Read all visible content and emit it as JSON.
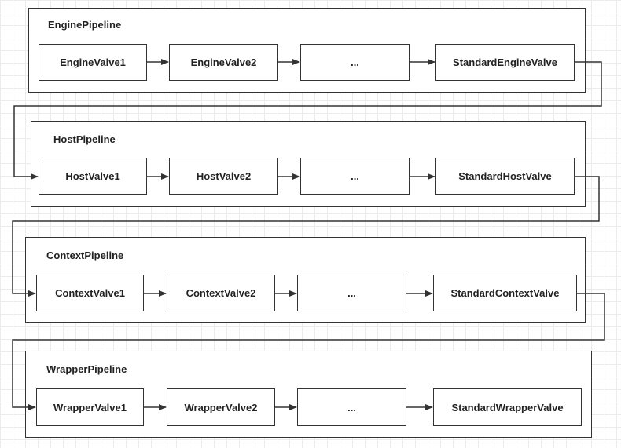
{
  "pipelines": [
    {
      "title": "EnginePipeline",
      "valves": [
        "EngineValve1",
        "EngineValve2",
        "...",
        "StandardEngineValve"
      ]
    },
    {
      "title": "HostPipeline",
      "valves": [
        "HostValve1",
        "HostValve2",
        "...",
        "StandardHostValve"
      ]
    },
    {
      "title": "ContextPipeline",
      "valves": [
        "ContextValve1",
        "ContextValve2",
        "...",
        "StandardContextValve"
      ]
    },
    {
      "title": "WrapperPipeline",
      "valves": [
        "WrapperValve1",
        "WrapperValve2",
        "...",
        "StandardWrapperValve"
      ]
    }
  ],
  "colors": {
    "stroke": "#333333",
    "text": "#222222",
    "grid": "#ececec"
  }
}
